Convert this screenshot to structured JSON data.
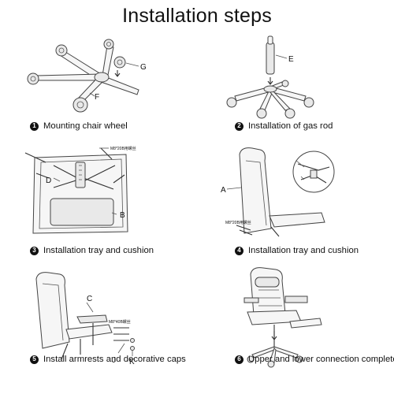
{
  "title": "Installation steps",
  "steps": [
    {
      "num": "1",
      "caption": "Mounting chair wheel",
      "labels": [
        "G",
        "F"
      ]
    },
    {
      "num": "2",
      "caption": "Installation of gas rod",
      "labels": [
        "E"
      ]
    },
    {
      "num": "3",
      "caption": "Installation tray and cushion",
      "labels": [
        "D",
        "B"
      ],
      "screw_note": "M8*20B用螺丝"
    },
    {
      "num": "4",
      "caption": "Installation tray and cushion",
      "labels": [
        "A"
      ],
      "screw_note": "M8*20B用螺丝"
    },
    {
      "num": "5",
      "caption": "Install armrests and decorative caps",
      "labels": [
        "C",
        "J",
        "K"
      ],
      "screw_note": "M8*40B螺丝"
    },
    {
      "num": "6",
      "caption": "Upper and lower connection completed",
      "labels": []
    }
  ]
}
